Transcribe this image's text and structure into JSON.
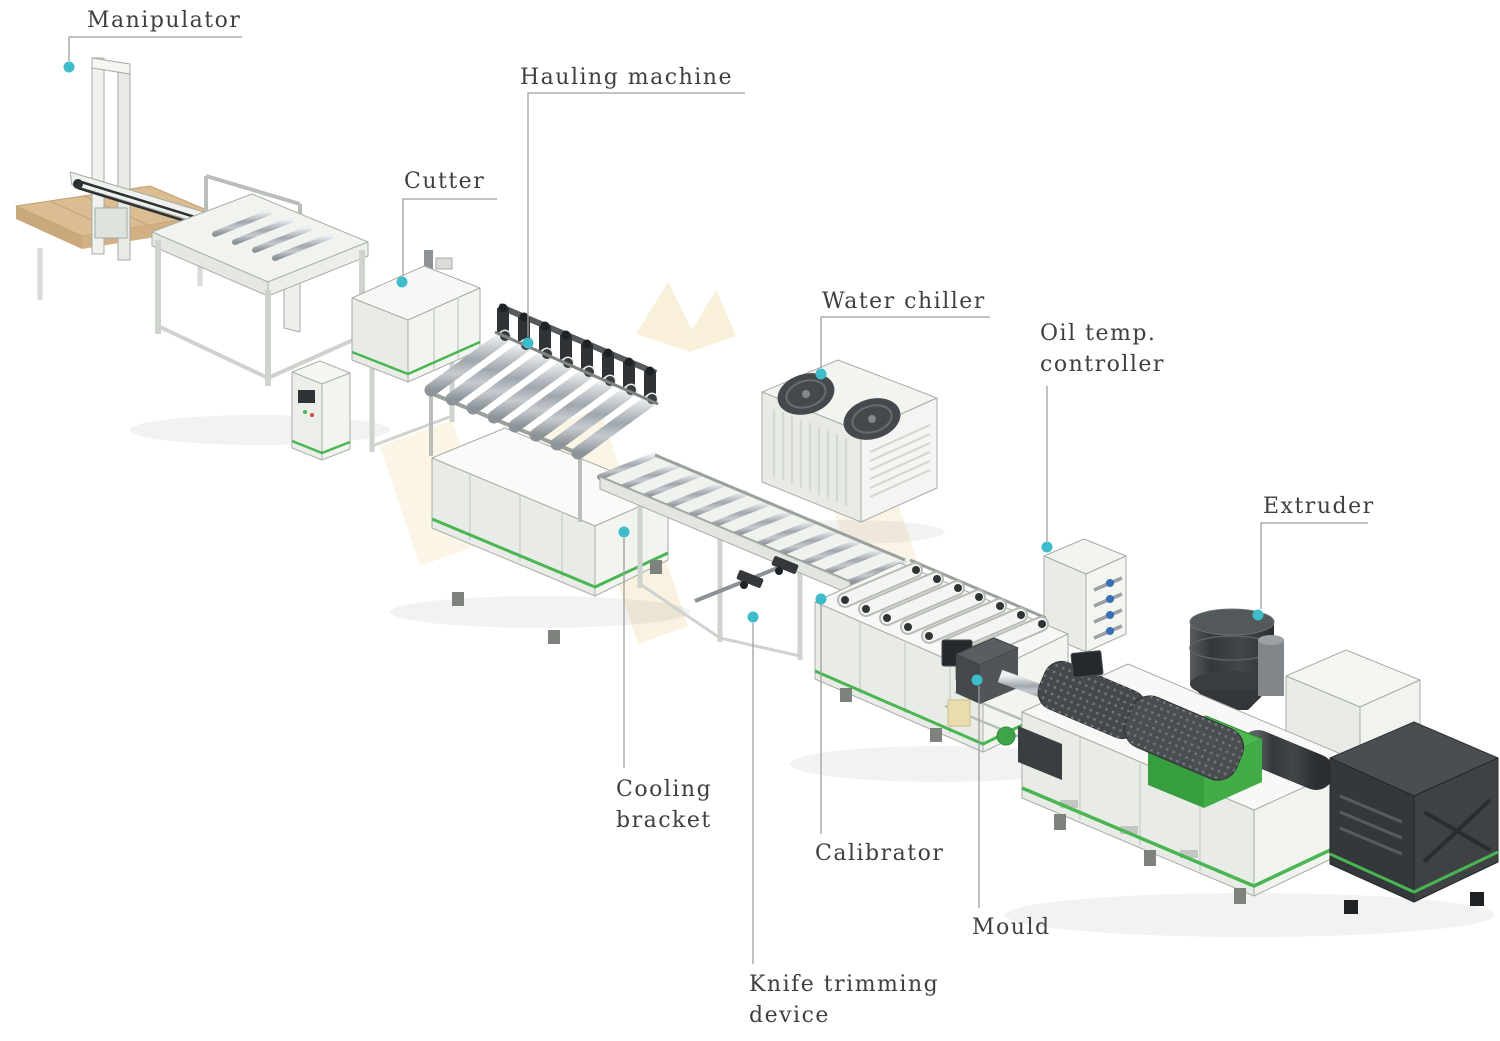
{
  "diagram": {
    "type": "equipment-line-diagram",
    "labels": {
      "manipulator": "Manipulator",
      "hauling_machine": "Hauling machine",
      "cutter": "Cutter",
      "water_chiller": "Water chiller",
      "oil_temp_controller": "Oil temp.\ncontroller",
      "extruder": "Extruder",
      "cooling_bracket": "Cooling\nbracket",
      "calibrator": "Calibrator",
      "knife_trimming_device": "Knife trimming\ndevice",
      "mould": "Mould"
    },
    "colors": {
      "background": "#ffffff",
      "label_text": "#3f3f3f",
      "leader_line": "#9e9e9e",
      "marker_dot": "#3fbcc9",
      "machine_accent_green": "#49b553",
      "machine_body": "#f2f4f0",
      "dark_metal": "#3a3e41",
      "wood": "#dcbd92",
      "watermark": "#f4e7c6"
    }
  }
}
